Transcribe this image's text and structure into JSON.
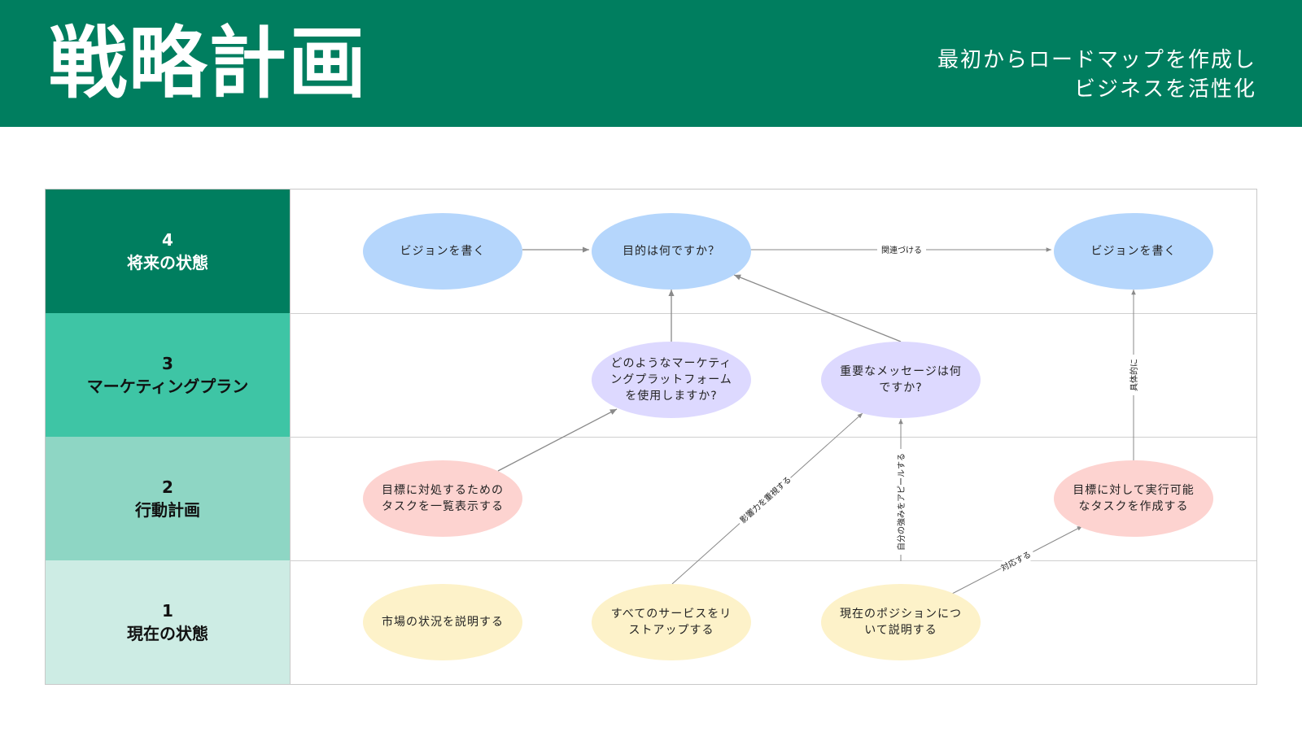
{
  "header": {
    "title": "戦略計画",
    "subtitle_line1": "最初からロードマップを作成し",
    "subtitle_line2": "ビジネスを活性化",
    "background_color": "#007e5f"
  },
  "lanes": [
    {
      "number": "4",
      "name": "将来の状態",
      "color": "#007e5f",
      "text_color": "#ffffff"
    },
    {
      "number": "3",
      "name": "マーケティングプラン",
      "color": "#3ec5a5",
      "text_color": "#111111"
    },
    {
      "number": "2",
      "name": "行動計画",
      "color": "#8ed6c4",
      "text_color": "#111111"
    },
    {
      "number": "1",
      "name": "現在の状態",
      "color": "#cdece4",
      "text_color": "#111111"
    }
  ],
  "nodes": {
    "vision_left": "ビジョンを書く",
    "purpose": "目的は何ですか？",
    "vision_right": "ビジョンを書く",
    "platform": "どのようなマーケティングプラットフォームを使用しますか?",
    "message": "重要なメッセージは何ですか?",
    "task_list": "目標に対処するためのタスクを一覧表示する",
    "actionable_tasks": "目標に対して実行可能なタスクを作成する",
    "market": "市場の状況を説明する",
    "services": "すべてのサービスをリストアップする",
    "position": "現在のポジションについて説明する"
  },
  "edge_labels": {
    "relate": "関連づける",
    "concrete": "具体的に",
    "influence": "影響力を重視する",
    "appeal": "自分の強みをアピールする",
    "respond": "対応する"
  },
  "colors": {
    "node_blue": "#b5d6fc",
    "node_purple": "#ddd9ff",
    "node_pink": "#fdd3d0",
    "node_yellow": "#fdf2c9",
    "edge": "#8a8a8a"
  }
}
